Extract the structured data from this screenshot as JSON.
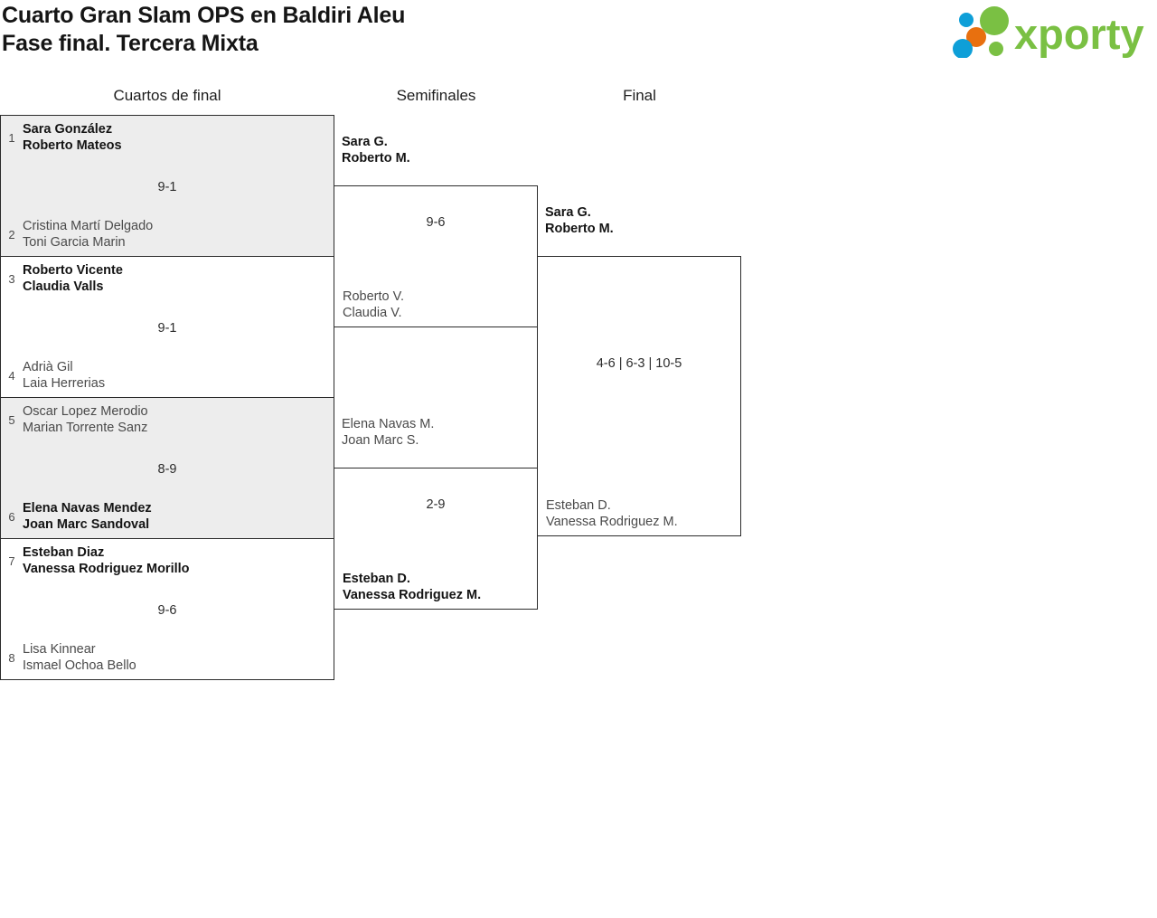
{
  "header": {
    "title_line1": "Cuarto Gran Slam OPS en Baldiri Aleu",
    "title_line2": "Fase final. Tercera Mixta",
    "logo_text": "xporty",
    "logo_colors": {
      "green": "#7ac043",
      "orange": "#e8700f",
      "blue": "#0e9fd8"
    }
  },
  "bracket": {
    "rounds": [
      {
        "label": "Cuartos de final"
      },
      {
        "label": "Semifinales"
      },
      {
        "label": "Final"
      }
    ],
    "quarterfinals": [
      {
        "shaded": true,
        "score": "9-1",
        "top": {
          "seed": "1",
          "player1": "Sara González",
          "player2": "Roberto Mateos",
          "winner": true
        },
        "bottom": {
          "seed": "2",
          "player1": "Cristina Martí Delgado",
          "player2": "Toni Garcia Marin",
          "winner": false
        }
      },
      {
        "shaded": false,
        "score": "9-1",
        "top": {
          "seed": "3",
          "player1": "Roberto Vicente",
          "player2": "Claudia Valls",
          "winner": true
        },
        "bottom": {
          "seed": "4",
          "player1": "Adrià Gil",
          "player2": "Laia Herrerias",
          "winner": false
        }
      },
      {
        "shaded": true,
        "score": "8-9",
        "top": {
          "seed": "5",
          "player1": "Oscar Lopez Merodio",
          "player2": "Marian Torrente Sanz",
          "winner": false
        },
        "bottom": {
          "seed": "6",
          "player1": "Elena Navas Mendez",
          "player2": "Joan Marc Sandoval",
          "winner": true
        }
      },
      {
        "shaded": false,
        "score": "9-6",
        "top": {
          "seed": "7",
          "player1": "Esteban Diaz",
          "player2": "Vanessa Rodriguez Morillo",
          "winner": true
        },
        "bottom": {
          "seed": "8",
          "player1": "Lisa Kinnear",
          "player2": "Ismael Ochoa Bello",
          "winner": false
        }
      }
    ],
    "semifinals": [
      {
        "score": "9-6",
        "top": {
          "player1": "Sara G.",
          "player2": "Roberto M.",
          "winner": true
        },
        "bottom": {
          "player1": "Roberto V.",
          "player2": "Claudia V.",
          "winner": false
        }
      },
      {
        "score": "2-9",
        "top": {
          "player1": "Elena Navas M.",
          "player2": "Joan Marc S.",
          "winner": false
        },
        "bottom": {
          "player1": "Esteban D.",
          "player2": "Vanessa Rodriguez M.",
          "winner": true
        }
      }
    ],
    "final": [
      {
        "score": "4-6 | 6-3 | 10-5",
        "top": {
          "player1": "Sara G.",
          "player2": "Roberto M.",
          "winner": true
        },
        "bottom": {
          "player1": "Esteban D.",
          "player2": "Vanessa Rodriguez M.",
          "winner": false
        }
      }
    ]
  }
}
